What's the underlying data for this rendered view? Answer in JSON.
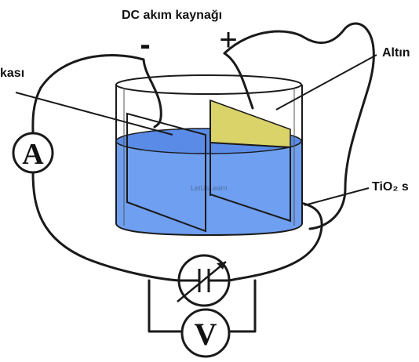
{
  "labels": {
    "source": "DC akım kaynağı",
    "minus": "-",
    "plus": "+",
    "gold": "Altın",
    "plate_left": "kası",
    "solution": "TiO₂ s"
  },
  "meters": {
    "ammeter": "A",
    "voltmeter": "V"
  },
  "watermark": "LetUsLearn",
  "colors": {
    "liquid": "#6f9ff0",
    "liquid_top": "#5a8be6",
    "gold_plate": "#d9d36a",
    "wire": "#1a1a1a",
    "background": "#ffffff"
  }
}
